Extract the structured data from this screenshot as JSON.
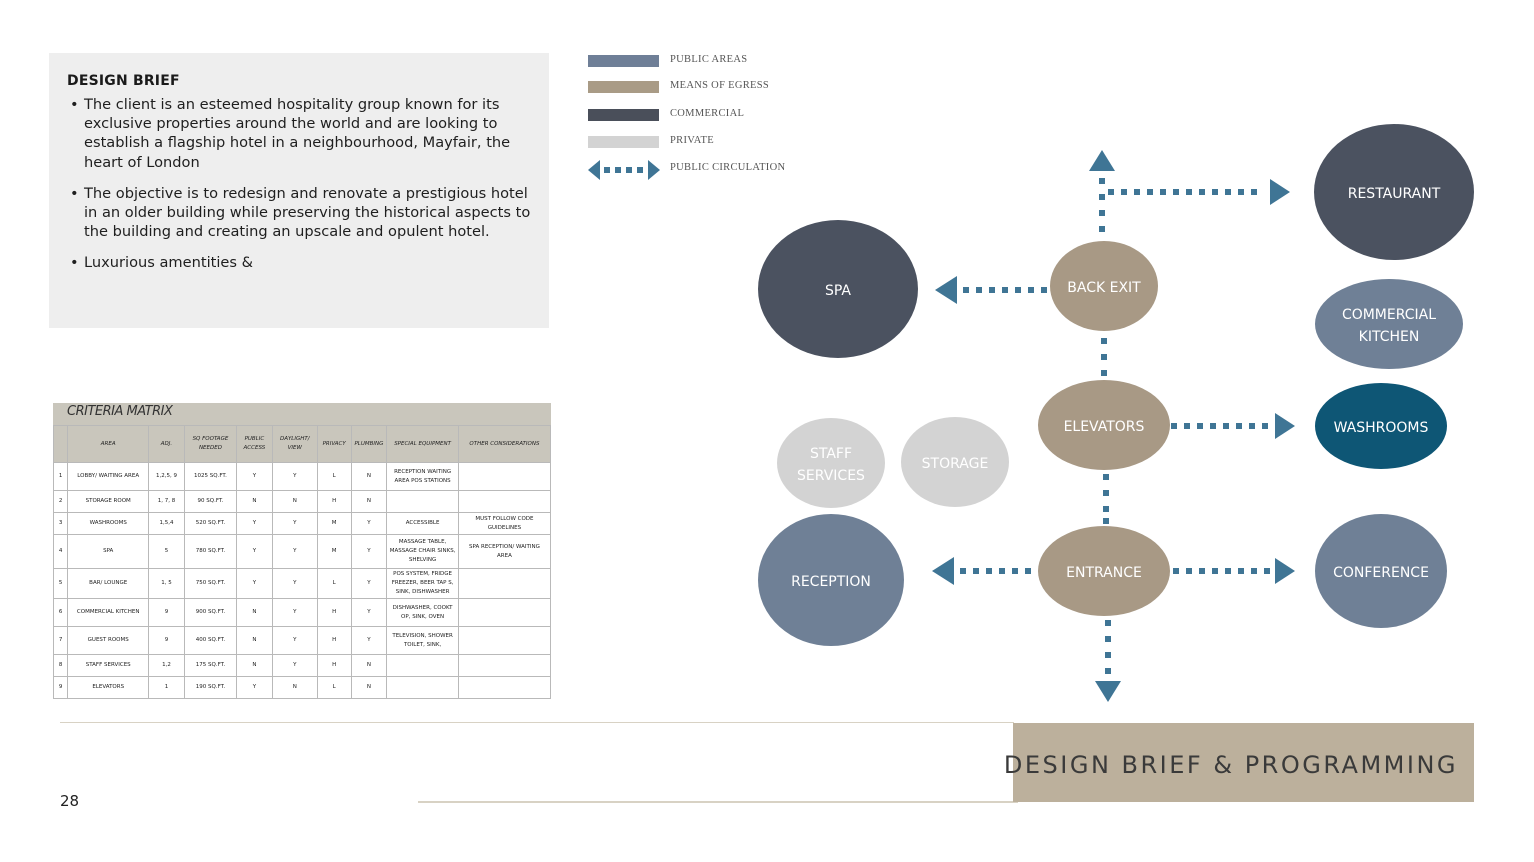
{
  "brief": {
    "title": "DESIGN BRIEF",
    "bullets": [
      "The client is an esteemed hospitality group known for its exclusive properties around the world and are looking to establish a flagship hotel in a neighbourhood, Mayfair, the heart of London",
      "The objective is to redesign and renovate a prestigious hotel in an older building while preserving the historical aspects to the building and creating an upscale and opulent hotel.",
      "Luxurious amentities &"
    ]
  },
  "legend": {
    "items": [
      {
        "label": "PUBLIC AREAS",
        "color": "#6f7f97"
      },
      {
        "label": "MEANS OF EGRESS",
        "color": "#a99b86"
      },
      {
        "label": "COMMERCIAL",
        "color": "#4a4f5a"
      },
      {
        "label": "PRIVATE",
        "color": "#d3d3d3"
      },
      {
        "label": "PUBLIC CIRCULATION",
        "color": "#3f7595"
      }
    ]
  },
  "matrix": {
    "title": "CRITERIA MATRIX",
    "headers": [
      "",
      "AREA",
      "ADJ.",
      "SQ FOOTAGE NEEDED",
      "PUBLIC ACCESS",
      "DAYLIGHT/ VIEW",
      "PRIVACY",
      "PLUMBING",
      "SPECIAL EQUIPMENT",
      "OTHER CONSIDERATIONS"
    ],
    "rows": [
      [
        "1",
        "LOBBY/ WAITING AREA",
        "1,2,5, 9",
        "1025 SQ.FT.",
        "Y",
        "Y",
        "L",
        "N",
        "RECEPTION WAITING AREA POS STATIONS",
        ""
      ],
      [
        "2",
        "STORAGE ROOM",
        "1, 7, 8",
        "90 SQ.FT.",
        "N",
        "N",
        "H",
        "N",
        "",
        ""
      ],
      [
        "3",
        "WASHROOMS",
        "1,5,4",
        "520 SQ.FT.",
        "Y",
        "Y",
        "M",
        "Y",
        "ACCESSIBLE",
        "MUST FOLLOW CODE GUIDELINES"
      ],
      [
        "4",
        "SPA",
        "5",
        "780 SQ.FT.",
        "Y",
        "Y",
        "M",
        "Y",
        "MASSAGE TABLE, MASSAGE CHAIR SINKS, SHELVING",
        "SPA RECEPTION/ WAITING AREA"
      ],
      [
        "5",
        "BAR/ LOUNGE",
        "1, 5",
        "750 SQ.FT.",
        "Y",
        "Y",
        "L",
        "Y",
        "POS SYSTEM, FRIDGE FREEZER, BEER TAP S, SINK, DISHWASHER",
        ""
      ],
      [
        "6",
        "COMMERCIAL KITCHEN",
        "9",
        "900 SQ.FT.",
        "N",
        "Y",
        "H",
        "Y",
        "DISHWASHER, COOKT OP, SINK, OVEN",
        ""
      ],
      [
        "7",
        "GUEST ROOMS",
        "9",
        "400 SQ.FT.",
        "N",
        "Y",
        "H",
        "Y",
        "TELEVISION, SHOWER TOILET, SINK,",
        ""
      ],
      [
        "8",
        "STAFF SERVICES",
        "1,2",
        "175 SQ.FT.",
        "N",
        "Y",
        "H",
        "N",
        "",
        ""
      ],
      [
        "9",
        "ELEVATORS",
        "1",
        "190 SQ.FT.",
        "Y",
        "N",
        "L",
        "N",
        "",
        ""
      ]
    ]
  },
  "diagram": {
    "nodes": [
      {
        "id": "restaurant",
        "lines": [
          "RESTAURANT"
        ],
        "color": "#4b5260"
      },
      {
        "id": "spa",
        "lines": [
          "SPA"
        ],
        "color": "#4b5260"
      },
      {
        "id": "back-exit",
        "lines": [
          "BACK EXIT"
        ],
        "color": "#a89985"
      },
      {
        "id": "commercial-kitchen",
        "lines": [
          "COMMERCIAL",
          "KITCHEN"
        ],
        "color": "#6f8096"
      },
      {
        "id": "elevators",
        "lines": [
          "ELEVATORS"
        ],
        "color": "#a89985"
      },
      {
        "id": "washrooms",
        "lines": [
          "WASHROOMS"
        ],
        "color": "#0e5675"
      },
      {
        "id": "staff-services",
        "lines": [
          "STAFF",
          "SERVICES"
        ],
        "color": "#d3d3d3"
      },
      {
        "id": "storage",
        "lines": [
          "STORAGE"
        ],
        "color": "#d3d3d3"
      },
      {
        "id": "reception",
        "lines": [
          "RECEPTION"
        ],
        "color": "#6f8096"
      },
      {
        "id": "entrance",
        "lines": [
          "ENTRANCE"
        ],
        "color": "#a89985"
      },
      {
        "id": "conference",
        "lines": [
          "CONFERENCE"
        ],
        "color": "#6f8096"
      }
    ],
    "arrow_color": "#3f7595"
  },
  "footer": {
    "section_title": "DESIGN BRIEF & PROGRAMMING",
    "page_number": "28"
  }
}
